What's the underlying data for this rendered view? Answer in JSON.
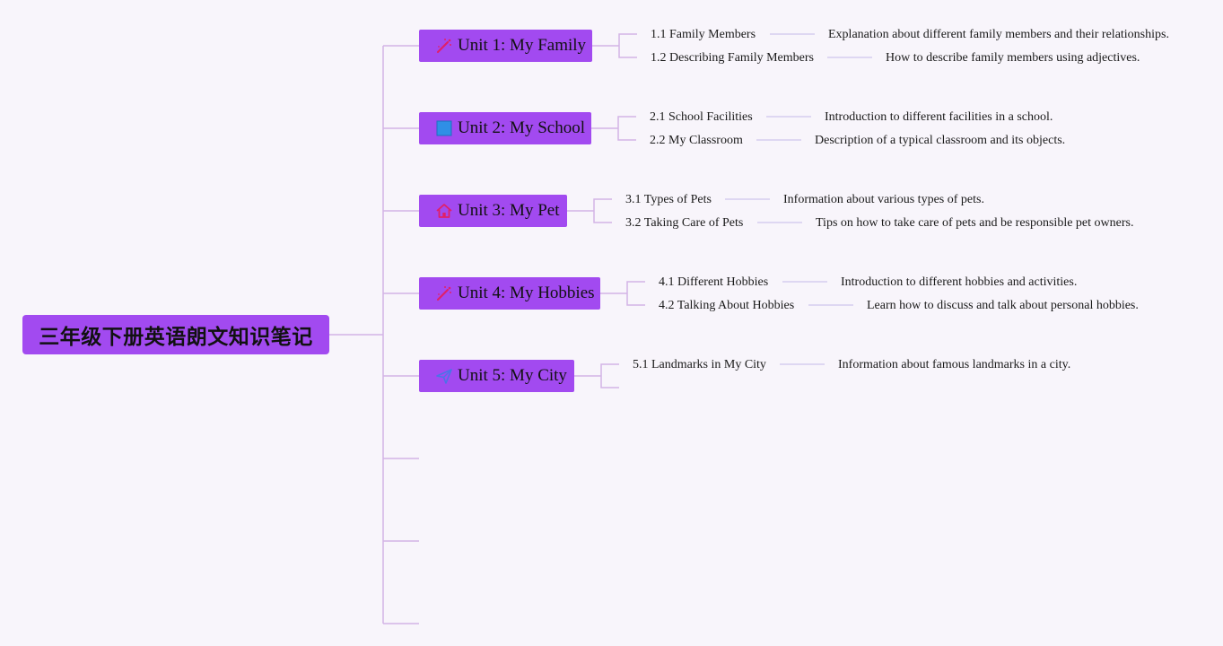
{
  "root": {
    "label": "三年级下册英语朗文知识笔记"
  },
  "colors": {
    "node_fill": "#a24af0",
    "connector": "#d3b4e6",
    "leaf_connector": "#d6cdf0",
    "background": "#f8f5fb"
  },
  "units": [
    {
      "label": "Unit 1: My Family",
      "icon": "magic-wand-icon",
      "topics": [
        {
          "label": "1.1 Family Members",
          "description": "Explanation about different family members and their relationships."
        },
        {
          "label": "1.2 Describing Family Members",
          "description": "How to describe family members using adjectives."
        }
      ]
    },
    {
      "label": "Unit 2: My School",
      "icon": "blue-square-icon",
      "topics": [
        {
          "label": "2.1 School Facilities",
          "description": "Introduction to different facilities in a school."
        },
        {
          "label": "2.2 My Classroom",
          "description": "Description of a typical classroom and its objects."
        }
      ]
    },
    {
      "label": "Unit 3: My Pet",
      "icon": "house-icon",
      "topics": [
        {
          "label": "3.1 Types of Pets",
          "description": "Information about various types of pets."
        },
        {
          "label": "3.2 Taking Care of Pets",
          "description": "Tips on how to take care of pets and be responsible pet owners."
        }
      ]
    },
    {
      "label": "Unit 4: My Hobbies",
      "icon": "magic-wand-icon",
      "topics": [
        {
          "label": "4.1 Different Hobbies",
          "description": "Introduction to different hobbies and activities."
        },
        {
          "label": "4.2 Talking About Hobbies",
          "description": "Learn how to discuss and talk about personal hobbies."
        }
      ]
    },
    {
      "label": "Unit 5: My City",
      "icon": "paper-plane-icon",
      "topics": [
        {
          "label": "5.1 Landmarks in My City",
          "description": "Information about famous landmarks in a city."
        }
      ]
    }
  ]
}
